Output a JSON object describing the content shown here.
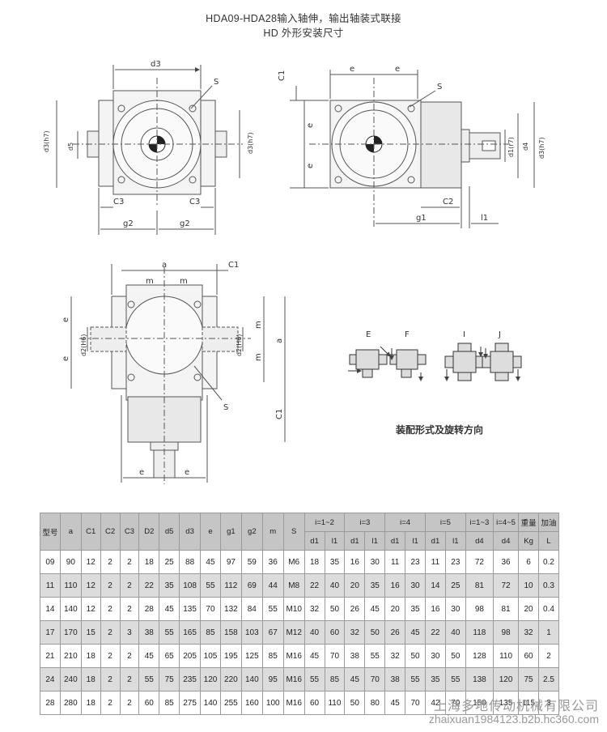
{
  "title_line1": "HDA09-HDA28输入轴伸，输出轴装式联接",
  "title_line2": "HD 外形安装尺寸",
  "caption": "装配形式及旋转方向",
  "view1_labels": {
    "d3": "d3",
    "S": "S",
    "d3h7": "d3(h7)",
    "d5": "d5",
    "C3": "C3",
    "g2": "g2"
  },
  "view2_labels": {
    "C1": "C1",
    "e": "e",
    "S": "S",
    "d1": "d1(r7)",
    "d4": "d4",
    "d3h7": "d3(h7)",
    "C2": "C2",
    "g1": "g1",
    "l1": "l1"
  },
  "view3_labels": {
    "a": "a",
    "C1": "C1",
    "m": "m",
    "e": "e",
    "d2": "d2(H6)",
    "S": "S"
  },
  "assembly_labels": [
    "E",
    "F",
    "I",
    "J"
  ],
  "table": {
    "header_top": [
      "型号",
      "a",
      "C1",
      "C2",
      "C3",
      "D2",
      "d5",
      "d3",
      "e",
      "g1",
      "g2",
      "m",
      "S",
      "i=1~2",
      "i=3",
      "i=4",
      "i=5",
      "i=1~3",
      "i=4~5",
      "重量",
      "加油"
    ],
    "header_sub": [
      "d1",
      "l1",
      "d1",
      "l1",
      "d1",
      "l1",
      "d1",
      "l1",
      "d4",
      "d4",
      "Kg",
      "L"
    ],
    "rows": [
      [
        "09",
        "90",
        "12",
        "2",
        "2",
        "18",
        "25",
        "88",
        "45",
        "97",
        "59",
        "36",
        "M6",
        "18",
        "35",
        "16",
        "30",
        "11",
        "23",
        "11",
        "23",
        "72",
        "36",
        "6",
        "0.2"
      ],
      [
        "11",
        "110",
        "12",
        "2",
        "2",
        "22",
        "35",
        "108",
        "55",
        "112",
        "69",
        "44",
        "M8",
        "22",
        "40",
        "20",
        "35",
        "16",
        "30",
        "14",
        "25",
        "81",
        "72",
        "10",
        "0.3"
      ],
      [
        "14",
        "140",
        "12",
        "2",
        "2",
        "28",
        "45",
        "135",
        "70",
        "132",
        "84",
        "55",
        "M10",
        "32",
        "50",
        "26",
        "45",
        "20",
        "35",
        "16",
        "30",
        "98",
        "81",
        "20",
        "0.4"
      ],
      [
        "17",
        "170",
        "15",
        "2",
        "3",
        "38",
        "55",
        "165",
        "85",
        "158",
        "103",
        "67",
        "M12",
        "40",
        "60",
        "32",
        "50",
        "26",
        "45",
        "22",
        "40",
        "118",
        "98",
        "32",
        "1"
      ],
      [
        "21",
        "210",
        "18",
        "2",
        "2",
        "45",
        "65",
        "205",
        "105",
        "195",
        "125",
        "85",
        "M16",
        "45",
        "70",
        "38",
        "55",
        "32",
        "50",
        "30",
        "50",
        "128",
        "110",
        "60",
        "2"
      ],
      [
        "24",
        "240",
        "18",
        "2",
        "2",
        "55",
        "75",
        "235",
        "120",
        "220",
        "140",
        "95",
        "M16",
        "55",
        "85",
        "45",
        "70",
        "38",
        "55",
        "35",
        "55",
        "138",
        "120",
        "75",
        "2.5"
      ],
      [
        "28",
        "280",
        "18",
        "2",
        "2",
        "60",
        "85",
        "275",
        "140",
        "255",
        "160",
        "100",
        "M16",
        "60",
        "110",
        "50",
        "80",
        "45",
        "70",
        "42",
        "70",
        "150",
        "135",
        "115",
        "3"
      ]
    ]
  },
  "watermark_line1": "上海多地传动机械有限公司",
  "watermark_line2": "zhaixuan1984123.b2b.hc360.com"
}
